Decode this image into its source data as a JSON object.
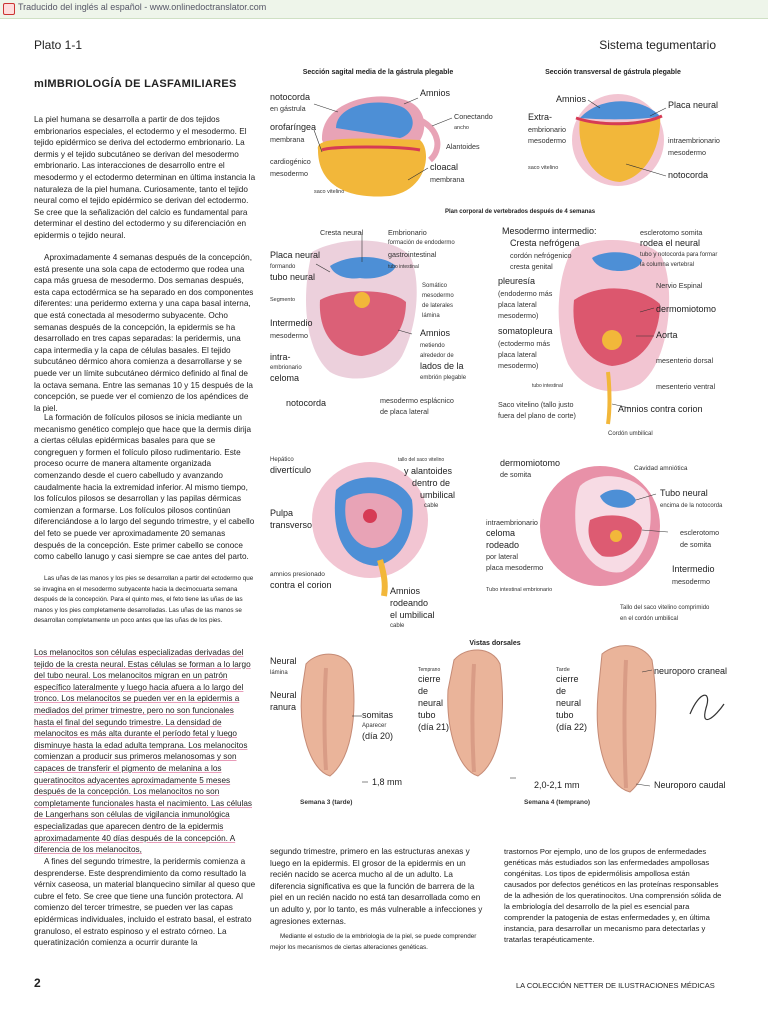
{
  "translator_bar": "Traducido del inglés al español - www.onlinedoctranslator.com",
  "header": {
    "left": "Plato 1-1",
    "right": "Sistema tegumentario"
  },
  "article_title": "mIMBRIOLOGÍA DE LASFAMILIARES",
  "col1": {
    "p1": "La piel humana se desarrolla a partir de dos tejidos embrionarios especiales, el ectodermo y el mesodermo. El tejido epidérmico se deriva del ectodermo embrionario. La dermis y el tejido subcutáneo se derivan del mesodermo embrionario. Las interacciones de desarrollo entre el mesodermo y el ectodermo determinan en última instancia la naturaleza de la piel humana. Curiosamente, tanto el tejido neural como el tejido epidérmico se derivan del ectodermo. Se cree que la señalización del calcio es fundamental para determinar el destino del ectodermo y su diferenciación en epidermis o tejido neural.",
    "p2": "Aproximadamente 4 semanas después de la concepción, está presente una sola capa de ectodermo que rodea una capa más gruesa de mesodermo. Dos semanas después, esta capa ectodérmica se ha separado en dos componentes diferentes: una peridermo externa y una capa basal interna, que está conectada al mesodermo subyacente. Ocho semanas después de la concepción, la epidermis se ha desarrollado en tres capas separadas: la peridermis, una capa intermedia y la capa de células basales. El tejido subcutáneo dérmico ahora comienza a desarrollarse y se puede ver un límite subcutáneo dérmico definido al final de la octava semana. Entre las semanas 10 y 15 después de la concepción, se puede ver el comienzo de los apéndices de la piel.",
    "p3": "La formación de folículos pilosos se inicia mediante un mecanismo genético complejo que hace que la dermis dirija a ciertas células epidérmicas basales para que se congreguen y formen el folículo piloso rudimentario. Este proceso ocurre de manera altamente organizada comenzando desde el cuero cabelludo y avanzando caudalmente hacia la extremidad inferior. Al mismo tiempo, los folículos pilosos se desarrollan y las papilas dérmicas comienzan a formarse. Los folículos pilosos continúan diferenciándose a lo largo del segundo trimestre, y el cabello del feto se puede ver aproximadamente 20 semanas después de la concepción. Este primer cabello se conoce como cabello lanugo y casi siempre se cae antes del parto.",
    "p4": "Las uñas de las manos y los pies se desarrollan a partir del ectodermo que se invagina en el mesodermo subyacente hacia la decimocuarta semana después de la concepción. Para el quinto mes, el feto tiene las uñas de las manos y los pies completamente desarrolladas. Las uñas de las manos se desarrollan completamente un poco antes que las uñas de los pies.",
    "p5": "Los melanocitos son células especializadas derivadas del tejido de la cresta neural. Estas células se forman a lo largo del tubo neural. Los melanocitos migran en un patrón específico lateralmente y luego hacia afuera a lo largo del tronco. Los melanocitos se pueden ver en la epidermis a mediados del primer trimestre, pero no son funcionales hasta el final del segundo trimestre. La densidad de melanocitos es más alta durante el período fetal y luego disminuye hasta la edad adulta temprana. Los melanocitos comienzan a producir sus primeros melanosomas y son capaces de transferir el pigmento de melanina a los queratinocitos adyacentes aproximadamente 5 meses después de la concepción. Los melanocitos no son completamente funcionales hasta el nacimiento. Las células de Langerhans son células de vigilancia inmunológica especializadas que aparecen dentro de la epidermis aproximadamente 40 días después de la concepción. A diferencia de los melanocitos,",
    "p6": "A fines del segundo trimestre, la peridermis comienza a desprenderse. Este desprendimiento da como resultado la vérnix caseosa, un material blanquecino similar al queso que cubre el feto. Se cree que tiene una función protectora. Al comienzo del tercer trimestre, se pueden ver las capas epidérmicas individuales, incluido el estrato basal, el estrato granuloso, el estrato espinoso y el estrato córneo. La queratinización comienza a ocurrir durante la"
  },
  "col2": {
    "p1": "segundo trimestre, primero en las estructuras anexas y luego en la epidermis. El grosor de la epidermis en un recién nacido se acerca mucho al de un adulto. La diferencia significativa es que la función de barrera de la piel en un recién nacido no está tan desarrollada como en un adulto y, por lo tanto, es más vulnerable a infecciones y agresiones externas.",
    "p2": "Mediante el estudio de la embriología de la piel, se puede comprender mejor los mecanismos de ciertas alteraciones genéticas."
  },
  "col3": {
    "p1": "trastornos Por ejemplo, uno de los grupos de enfermedades genéticas más estudiados son las enfermedades ampollosas congénitas. Los tipos de epidermólisis ampollosa están causados por defectos genéticos en las proteínas responsables de la adhesión de los queratinocitos. Una comprensión sólida de la embriología del desarrollo de la piel es esencial para comprender la patogenia de estas enfermedades y, en última instancia, para desarrollar un mecanismo para detectarlas y tratarlas terapéuticamente."
  },
  "figures": {
    "fig1_caption": "Sección sagital media de la gástrula plegable",
    "fig2_caption": "Sección transversal de gástrula plegable",
    "fig3_caption": "Plan corporal de vertebrados después de 4 semanas",
    "fig4_caption": "Vistas dorsales",
    "fig1_labels": {
      "notocorda": "notocorda",
      "en_gastrula": "en gástrula",
      "orofaringea": "orofaríngea",
      "membrana": "membrana",
      "cardiogenico": "cardiogénico",
      "mesodermo": "mesodermo",
      "saco": "saco vitelino",
      "amnios": "Amnios",
      "conectando": "Conectando",
      "anchor": "ancho",
      "alantoides": "Alantoides",
      "cloacal": "cloacal",
      "membrana2": "membrana"
    },
    "fig2_labels": {
      "amnios": "Amnios",
      "extra": "Extra-",
      "embrionario": "embrionario",
      "mesodermo": "mesodermo",
      "saco": "saco vitelino",
      "placa_neural": "Placa neural",
      "intraembrionario": "intraembrionario",
      "mesodermo2": "mesodermo",
      "notocorda": "notocorda"
    },
    "fig3a_labels": {
      "cresta_neural": "Cresta neural",
      "embrionario": "Embrionario",
      "formacion": "formación de endodermo",
      "gastrointestinal": "gastrointestinal",
      "tubo_int": "tubo intestinal",
      "placa_neural": "Placa neural",
      "formando": "formando",
      "tubo_neural": "tubo neural",
      "segmento": "Segmento",
      "intermedio": "Intermedio",
      "mesodermo": "mesodermo",
      "intra": "intra-",
      "embrionario2": "embrionario",
      "celoma": "celoma",
      "somatico": "Somático",
      "mesodermo2": "mesodermo",
      "de_laterales": "de laterales",
      "lamina": "lámina",
      "amnios": "Amnios",
      "metiendo": "metiendo",
      "alrededor": "alrededor de",
      "lados": "lados de la",
      "embrion": "embrión plegable",
      "notocorda": "notocorda",
      "esplacnico": "mesodermo esplácnico",
      "placa_lateral": "de placa lateral"
    },
    "fig3b_labels": {
      "mes_int": "Mesodermo intermedio:",
      "cresta_nefrogena": "Cresta nefrógena",
      "cordon_nefro": "cordón nefrógenico",
      "cresta_genital": "cresta genital",
      "pleuresia": "pleuresía",
      "endodermo": "(endodermo más",
      "placa_lateral": "placa lateral",
      "mesodermo": "mesodermo)",
      "somatopleura": "somatopleura",
      "ectodermo": "(ectodermo más",
      "placa_lateral2": "placa lateral",
      "mesodermo2": "mesodermo)",
      "tubo_int": "tubo intestinal",
      "saco": "Saco vitelino (tallo justo",
      "fuera": "fuera del plano de corte)",
      "esclerotomo": "esclerotomo somita",
      "rodea": "rodea el neural",
      "tubo_noto": "tubo y notocorda para formar",
      "columna": "la columna vertebral",
      "nervio": "Nervio Espinal",
      "dermomiotomo": "dermomiotomo",
      "aorta": "Aorta",
      "mes_dorsal": "mesenterio dorsal",
      "mes_ventral": "mesenterio ventral",
      "amnios_corion": "Amnios contra corion",
      "cordon_umb": "Cordón umbilical"
    },
    "fig3c_labels": {
      "hepatico": "Hepático",
      "diverticulo": "divertículo",
      "tallo": "tallo del saco vitelino",
      "alantoides": "y alantoides",
      "dentro": "dentro de",
      "umbilical": "umbilical",
      "cable": "cable",
      "pulpa": "Pulpa",
      "transverso": "transverso",
      "amnios_pres": "amnios presionado",
      "contra": "contra el corion",
      "amnios": "Amnios",
      "rodeando": "rodeando",
      "el_umb": "el umbilical",
      "cable2": "cable"
    },
    "fig3d_labels": {
      "dermomiotomo": "dermomiotomo",
      "de_somita": "de somita",
      "cavidad": "Cavidad amniótica",
      "tubo_neural": "Tubo neural",
      "encima": "encima de la notocorda",
      "intra": "intraembrionario",
      "celoma": "celoma",
      "rodeado": "rodeado",
      "por_lateral": "por lateral",
      "placa_meso": "placa mesodermo",
      "tubo_int": "Tubo intestinal embrionario",
      "esclerotomo": "esclerotomo",
      "de_somita2": "de somita",
      "intermedio": "Intermedio",
      "mesodermo": "mesodermo",
      "tallo_saco": "Tallo del saco vitelino comprimido",
      "en_cordon": "en el cordón umbilical"
    },
    "fig4_labels": {
      "neural": "Neural",
      "lamina": "lámina",
      "neural2": "Neural",
      "ranura": "ranura",
      "somitas": "somitas",
      "aparecer": "Aparecer",
      "dia20": "(día 20)",
      "temprano": "Temprano",
      "cierre": "cierre",
      "de": "de",
      "neural3": "neural",
      "tubo": "tubo",
      "dia21": "(día 21)",
      "tarde": "Tarde",
      "cierre2": "cierre",
      "de2": "de",
      "neural4": "neural",
      "tubo2": "tubo",
      "dia22": "(día 22)",
      "neuro_craneal": "neuroporo craneal",
      "neuro_caudal": "Neuroporo caudal",
      "scale1": "1,8 mm",
      "scale2": "2,0-2,1 mm",
      "semana3": "Semana 3 (tarde)",
      "semana4": "Semana 4 (temprano)",
      "signature": "F. Netter"
    }
  },
  "footer": {
    "page": "2",
    "collection": "LA COLECCIÓN NETTER DE ILUSTRACIONES MÉDICAS"
  },
  "colors": {
    "pink": "#e8a3b6",
    "blue": "#4d8fd6",
    "yellow": "#f2b73a",
    "red": "#d63b55",
    "highlight": "#e89ab8"
  }
}
